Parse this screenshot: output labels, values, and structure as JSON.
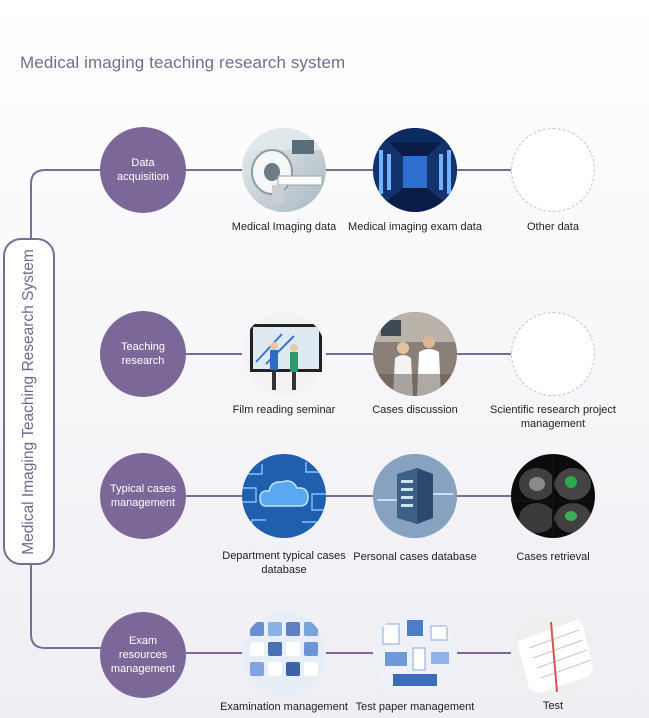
{
  "title": "Medical imaging teaching research system",
  "vertical_label": "Medical Imaging Teaching Research System",
  "colors": {
    "accent": "#7b6899",
    "line": "#7d6a96",
    "dashed": "#c9c0d6"
  },
  "rows": [
    {
      "category": "Data acquisition",
      "items": [
        {
          "caption": "Medical Imaging data",
          "icon": "ct-scanner-photo"
        },
        {
          "caption": "Medical imaging exam data",
          "icon": "server-room-photo"
        },
        {
          "caption": "Other data",
          "icon": "empty-placeholder"
        }
      ]
    },
    {
      "category": "Teaching research",
      "items": [
        {
          "caption": "Film reading seminar",
          "icon": "seminar-screen-photo"
        },
        {
          "caption": "Cases discussion",
          "icon": "doctors-discussion-photo"
        },
        {
          "caption": "Scientific research project management",
          "icon": "empty-placeholder"
        }
      ]
    },
    {
      "category": "Typical cases management",
      "items": [
        {
          "caption": "Department typical cases database",
          "icon": "cloud-circuit-graphic"
        },
        {
          "caption": "Personal cases database",
          "icon": "server-vault-graphic"
        },
        {
          "caption": "Cases retrieval",
          "icon": "ct-scan-images"
        }
      ]
    },
    {
      "category": "Exam resources management",
      "items": [
        {
          "caption": "Examination management",
          "icon": "app-tiles-graphic"
        },
        {
          "caption": "Test paper management",
          "icon": "office-tools-graphic"
        },
        {
          "caption": "Test",
          "icon": "paper-sheet-photo"
        }
      ]
    }
  ]
}
